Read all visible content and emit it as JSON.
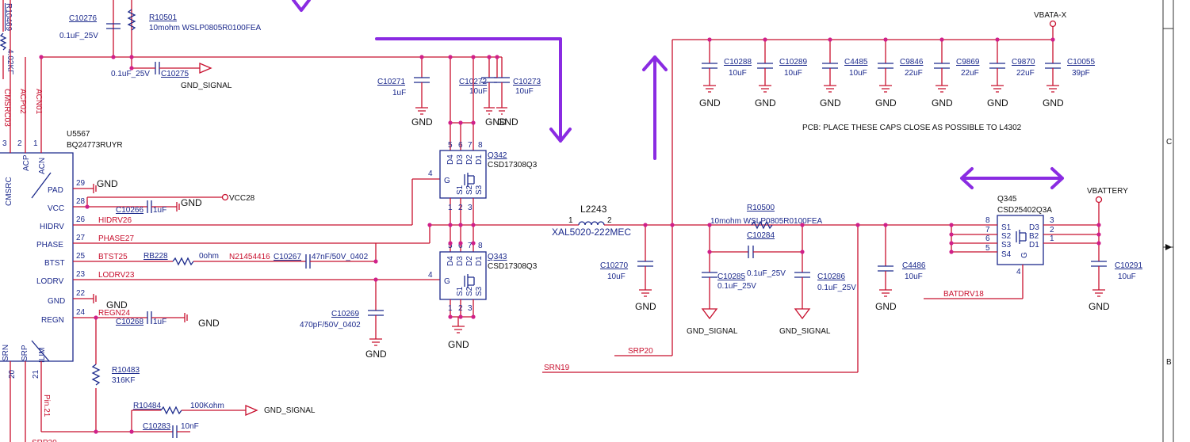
{
  "ic_u5567": {
    "ref": "U5567",
    "part": "BQ24773RUYR",
    "pins_left": [
      {
        "name": "PAD",
        "num": "29",
        "net": "GND"
      },
      {
        "name": "VCC",
        "num": "28",
        "net": ""
      },
      {
        "name": "HIDRV",
        "num": "26",
        "net": "HIDRV26"
      },
      {
        "name": "PHASE",
        "num": "27",
        "net": "PHASE27"
      },
      {
        "name": "BTST",
        "num": "25",
        "net": "BTST25"
      },
      {
        "name": "LODRV",
        "num": "23",
        "net": "LODRV23"
      },
      {
        "name": "GND",
        "num": "22",
        "net": "GND"
      },
      {
        "name": "REGN",
        "num": "24",
        "net": "REGN24"
      }
    ],
    "pins_top": [
      {
        "name": "CMSRC",
        "num": "3"
      },
      {
        "name": "ACP",
        "num": "2"
      },
      {
        "name": "ACN",
        "num": "1"
      }
    ],
    "pins_bottom": [
      {
        "name": "SRN",
        "num": "20"
      },
      {
        "name": "SRP",
        "num": "21"
      },
      {
        "name": "ILIM",
        "num": "21"
      }
    ]
  },
  "nets": {
    "cmsrc": "CMSRC03",
    "acp": "ACP02",
    "acn": "ACN01",
    "vcc28": "VCC28",
    "n21454416": "N21454416",
    "pin21": "Pin.21",
    "srp20": "SRP20",
    "srn19": "SRN19",
    "batdrv18": "BATDRV18",
    "gnd": "GND",
    "gnd_signal": "GND_SIGNAL",
    "vbata": "VBATA-X",
    "vbattery": "VBATTERY"
  },
  "components": {
    "r10469": {
      "ref": "R10469",
      "val": "4.02KF"
    },
    "c10276": {
      "ref": "C10276",
      "val": "0.1uF_25V"
    },
    "r10501": {
      "ref": "R10501",
      "val": "10mohm WSLP0805R0100FEA"
    },
    "c10275": {
      "ref": "C10275",
      "val": "0.1uF_25V"
    },
    "c10271": {
      "ref": "C10271",
      "val": "1uF"
    },
    "c10272": {
      "ref": "C10272",
      "val": "10uF"
    },
    "c10273": {
      "ref": "C10273",
      "val": "10uF"
    },
    "c10266": {
      "ref": "C10266",
      "val": "1uF"
    },
    "c10268": {
      "ref": "C10268",
      "val": "1uF"
    },
    "rb228": {
      "ref": "RB228",
      "val": "0ohm"
    },
    "c10267": {
      "ref": "C10267",
      "val": "47nF/50V_0402"
    },
    "c10269": {
      "ref": "C10269",
      "val": "470pF/50V_0402"
    },
    "r10483": {
      "ref": "R10483",
      "val": "316KF"
    },
    "r10484": {
      "ref": "R10484",
      "val": "100Kohm"
    },
    "c10283": {
      "ref": "C10283",
      "val": "10nF"
    },
    "q342": {
      "ref": "Q342",
      "val": "CSD17308Q3"
    },
    "q343": {
      "ref": "Q343",
      "val": "CSD17308Q3"
    },
    "l2243": {
      "ref": "L2243",
      "val": "XAL5020-222MEC",
      "pin1": "1",
      "pin2": "2"
    },
    "c10270": {
      "ref": "C10270",
      "val": "10uF"
    },
    "r10500": {
      "ref": "R10500",
      "val": "10mohm WSLP0805R0100FEA"
    },
    "c10284": {
      "ref": "C10284",
      "val": "0.1uF_25V"
    },
    "c10285": {
      "ref": "C10285",
      "val": "0.1uF_25V"
    },
    "c10286": {
      "ref": "C10286",
      "val": "0.1uF_25V"
    },
    "c4486": {
      "ref": "C4486",
      "val": "10uF"
    },
    "q345": {
      "ref": "Q345",
      "val": "CSD25402Q3A"
    },
    "c10291": {
      "ref": "C10291",
      "val": "10uF"
    },
    "c10288": {
      "ref": "C10288",
      "val": "10uF"
    },
    "c10289": {
      "ref": "C10289",
      "val": "10uF"
    },
    "c4485": {
      "ref": "C4485",
      "val": "10uF"
    },
    "c9846": {
      "ref": "C9846",
      "val": "22uF"
    },
    "c9869": {
      "ref": "C9869",
      "val": "22uF"
    },
    "c9870": {
      "ref": "C9870",
      "val": "22uF"
    },
    "c10055": {
      "ref": "C10055",
      "val": "39pF"
    }
  },
  "mosfet_pins": {
    "d4": "D4",
    "d3": "D3",
    "d2": "D2",
    "d1": "D1",
    "s1": "S1",
    "s2": "S2",
    "s3": "S3",
    "g": "G",
    "n5": "5",
    "n6": "6",
    "n7": "7",
    "n8": "8",
    "n1": "1",
    "n2": "2",
    "n3": "3",
    "n4": "4"
  },
  "q345_pins": {
    "s1": "S1",
    "s2": "S2",
    "s3": "S3",
    "s4": "S4",
    "d3": "D3",
    "b2": "B2",
    "d1": "D1",
    "g": "G",
    "p8": "8",
    "p7": "7",
    "p6": "6",
    "p5": "5",
    "p3": "3",
    "p2": "2",
    "p1": "1",
    "p4": "4"
  },
  "note": "PCB: PLACE THESE CAPS CLOSE AS POSSIBLE TO L4302",
  "frame": {
    "zone_c": "C",
    "zone_b": "B"
  },
  "colors": {
    "wire": "#c8102e",
    "component": "#1c2a8c",
    "junction": "#d0208a",
    "annotation_arrow": "#8a2be2"
  }
}
